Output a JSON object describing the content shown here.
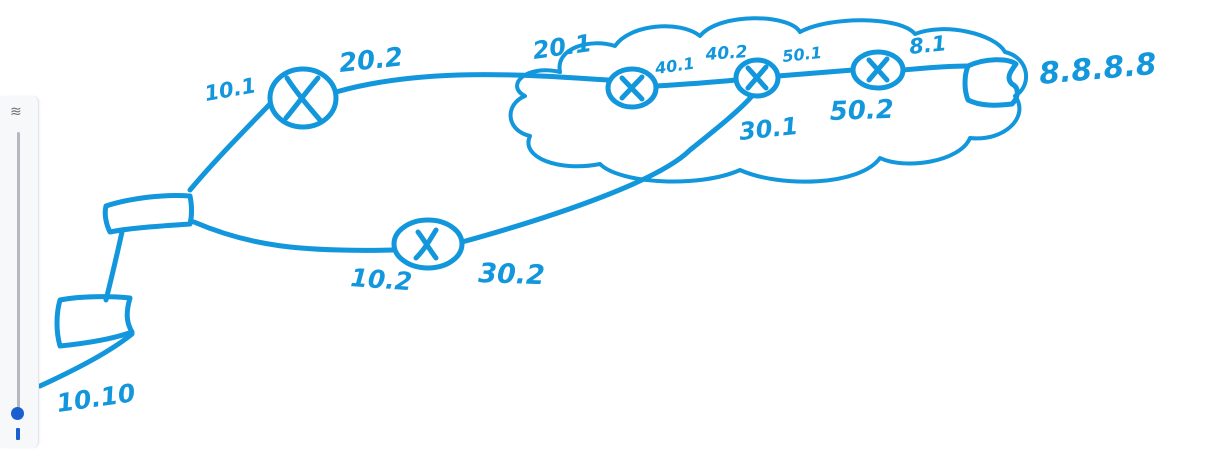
{
  "ink_color": "#1296dc",
  "toolbar": {
    "size_icon": "stroke-width-icon",
    "size_glyph": "≋"
  },
  "labels": {
    "r1_left": "10.1",
    "r1_right": "20.2",
    "cloud_top": "20.1",
    "r2_right": "40.1",
    "r3_left": "40.2",
    "r3_right": "50.1",
    "r3_bottom": "30.1",
    "r4_bottom": "50.2",
    "r4_right": "8.1",
    "internet": "8.8.8.8",
    "r5_left": "10.2",
    "r5_right": "30.2",
    "pc": "10.10"
  }
}
